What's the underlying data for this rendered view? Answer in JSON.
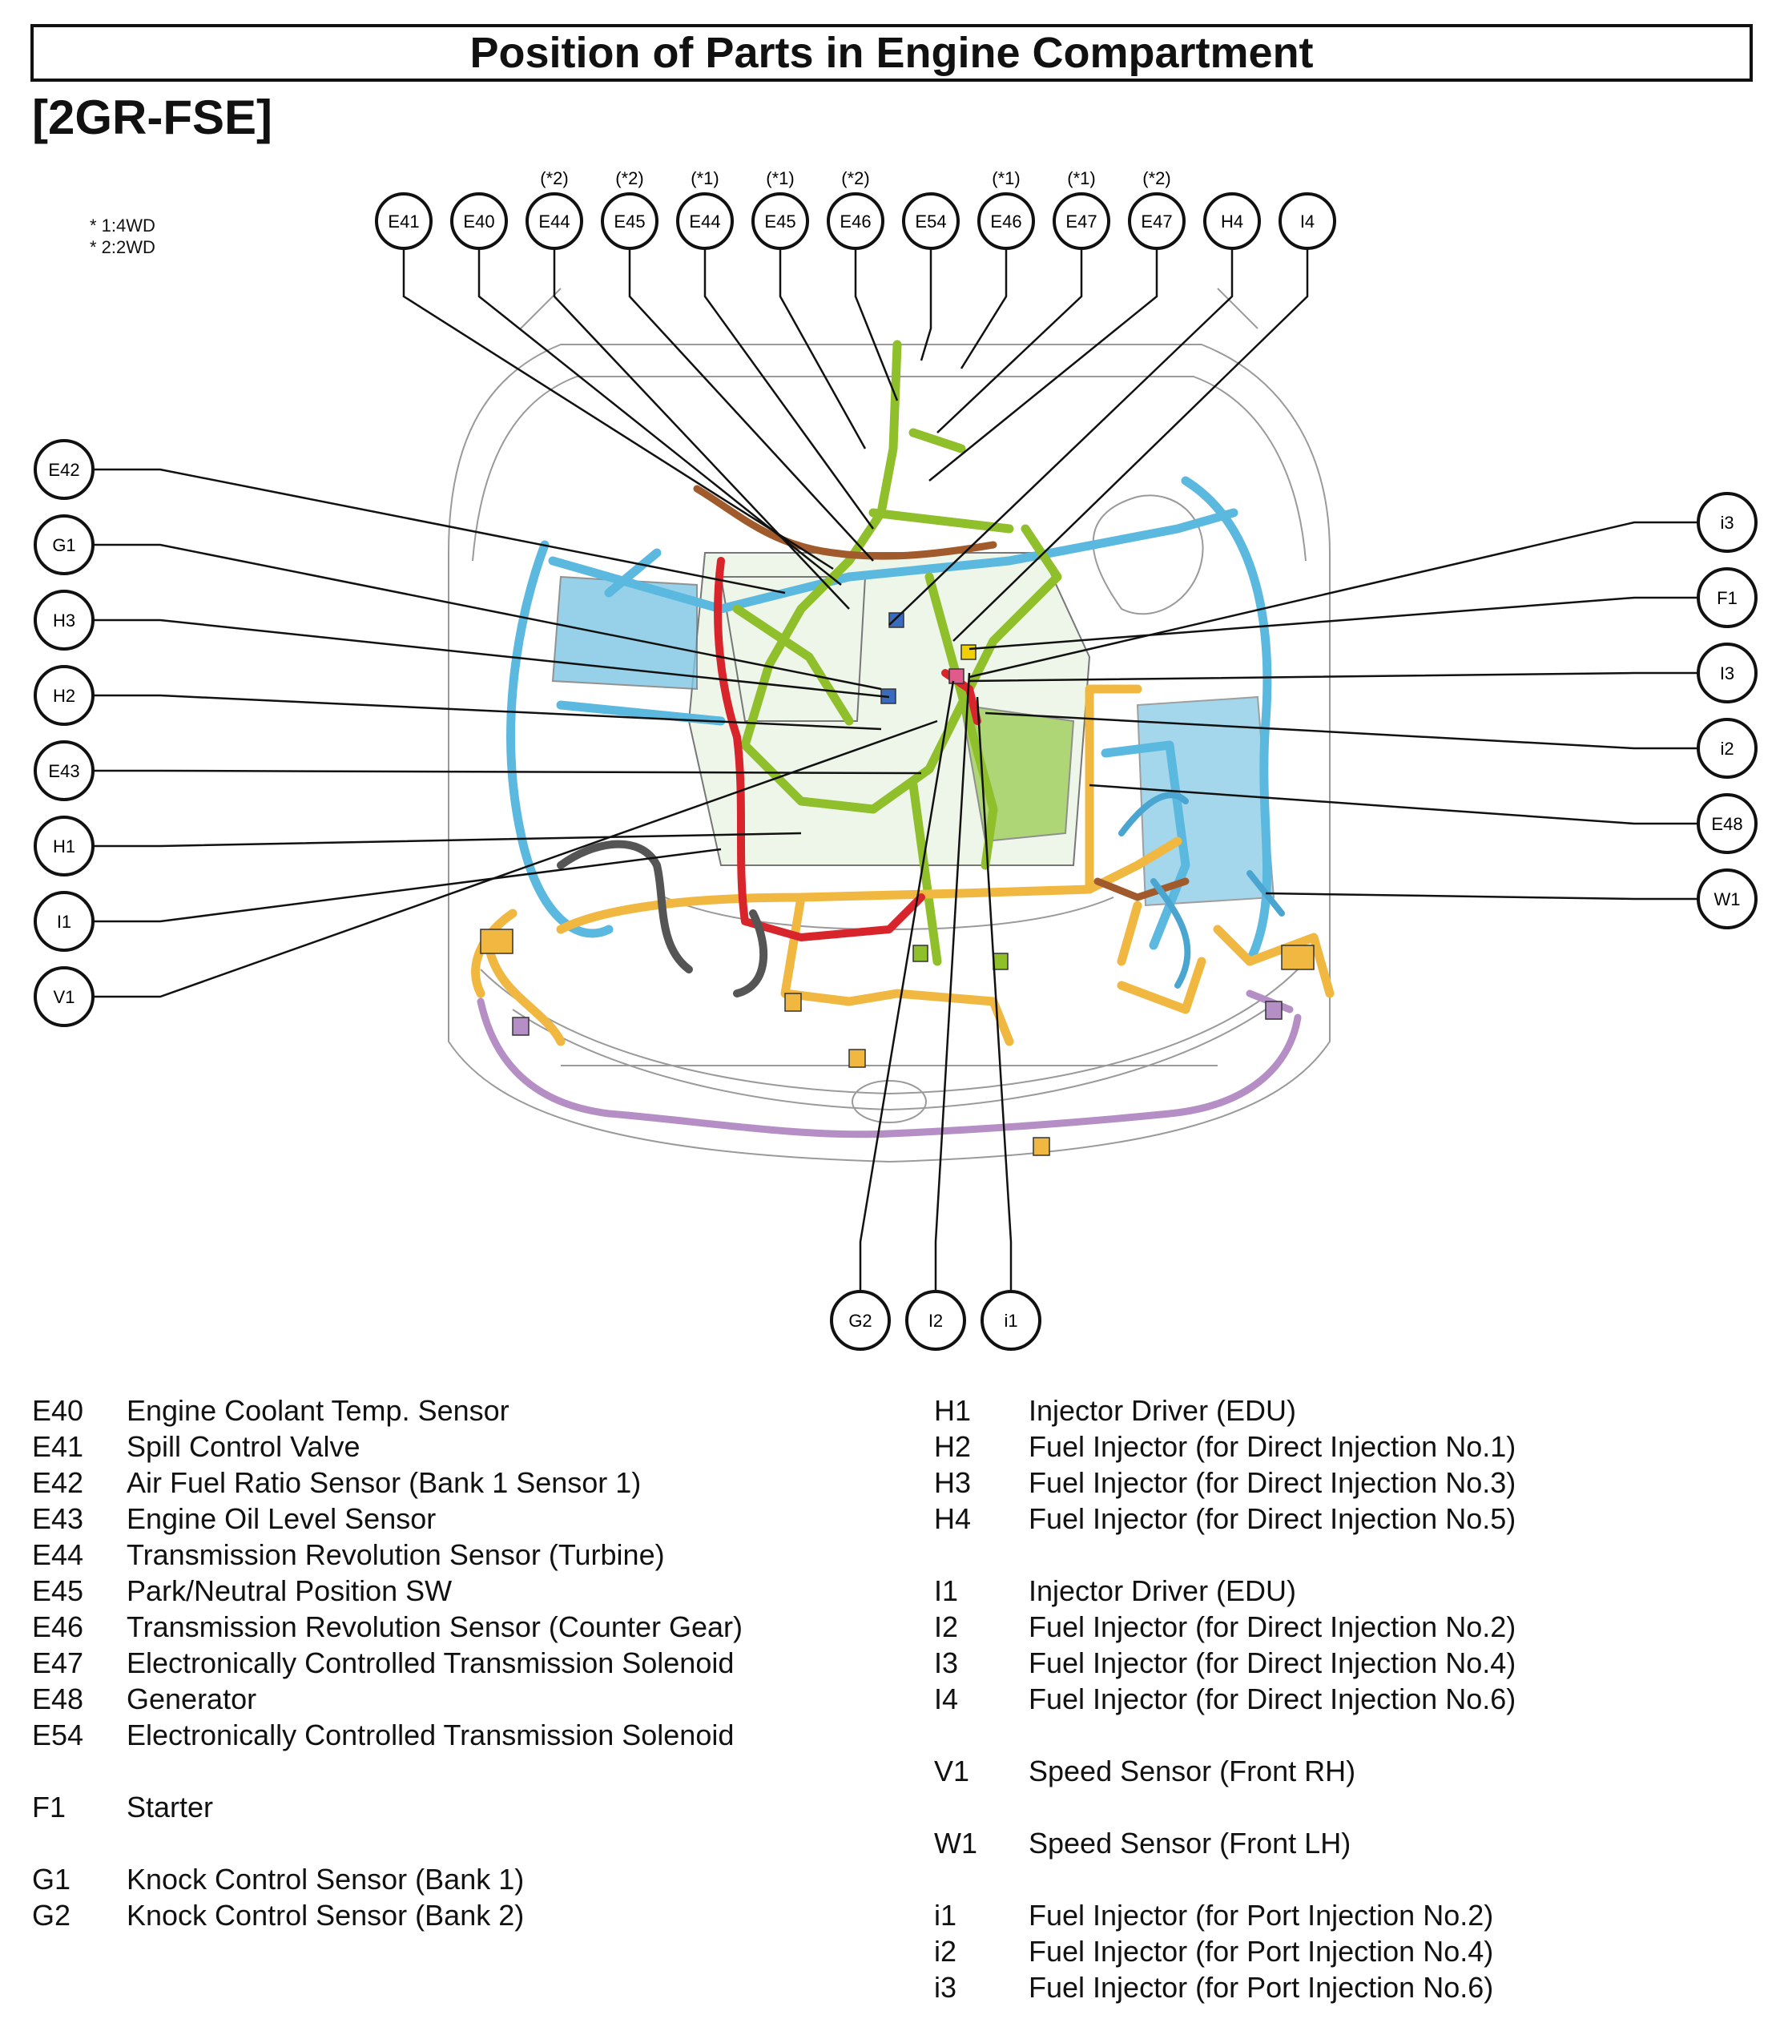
{
  "title": "Position of Parts in Engine Compartment",
  "subtitle": "[2GR-FSE]",
  "notes": [
    "* 1:4WD",
    "* 2:2WD"
  ],
  "callouts_top": [
    {
      "label": "E41",
      "note": ""
    },
    {
      "label": "E40",
      "note": ""
    },
    {
      "label": "E44",
      "note": "(*2)"
    },
    {
      "label": "E45",
      "note": "(*2)"
    },
    {
      "label": "E44",
      "note": "(*1)"
    },
    {
      "label": "E45",
      "note": "(*1)"
    },
    {
      "label": "E46",
      "note": "(*2)"
    },
    {
      "label": "E54",
      "note": ""
    },
    {
      "label": "E46",
      "note": "(*1)"
    },
    {
      "label": "E47",
      "note": "(*1)"
    },
    {
      "label": "E47",
      "note": "(*2)"
    },
    {
      "label": "H4",
      "note": ""
    },
    {
      "label": "I4",
      "note": ""
    }
  ],
  "callouts_left": [
    "E42",
    "G1",
    "H3",
    "H2",
    "E43",
    "H1",
    "I1",
    "V1"
  ],
  "callouts_right": [
    "i3",
    "F1",
    "I3",
    "i2",
    "E48",
    "W1"
  ],
  "callouts_bottom": [
    "G2",
    "I2",
    "i1"
  ],
  "legend_left": [
    {
      "code": "E40",
      "desc": "Engine Coolant Temp. Sensor"
    },
    {
      "code": "E41",
      "desc": "Spill Control Valve"
    },
    {
      "code": "E42",
      "desc": "Air Fuel Ratio Sensor (Bank 1 Sensor 1)"
    },
    {
      "code": "E43",
      "desc": "Engine Oil Level Sensor"
    },
    {
      "code": "E44",
      "desc": "Transmission Revolution Sensor (Turbine)"
    },
    {
      "code": "E45",
      "desc": "Park/Neutral Position SW"
    },
    {
      "code": "E46",
      "desc": "Transmission Revolution Sensor (Counter Gear)"
    },
    {
      "code": "E47",
      "desc": "Electronically Controlled Transmission Solenoid"
    },
    {
      "code": "E48",
      "desc": "Generator"
    },
    {
      "code": "E54",
      "desc": "Electronically Controlled Transmission Solenoid"
    },
    {
      "code": "F1",
      "desc": "Starter"
    },
    {
      "code": "G1",
      "desc": "Knock Control Sensor (Bank 1)"
    },
    {
      "code": "G2",
      "desc": "Knock Control Sensor (Bank 2)"
    }
  ],
  "legend_right": [
    {
      "code": "H1",
      "desc": "Injector Driver (EDU)"
    },
    {
      "code": "H2",
      "desc": "Fuel Injector (for Direct Injection No.1)"
    },
    {
      "code": "H3",
      "desc": "Fuel Injector (for Direct Injection No.3)"
    },
    {
      "code": "H4",
      "desc": "Fuel Injector (for Direct Injection No.5)"
    },
    {
      "code": "I1",
      "desc": "Injector Driver (EDU)"
    },
    {
      "code": "I2",
      "desc": "Fuel Injector (for Direct Injection No.2)"
    },
    {
      "code": "I3",
      "desc": "Fuel Injector (for Direct Injection No.4)"
    },
    {
      "code": "I4",
      "desc": "Fuel Injector (for Direct Injection No.6)"
    },
    {
      "code": "V1",
      "desc": "Speed Sensor (Front RH)"
    },
    {
      "code": "W1",
      "desc": "Speed Sensor (Front LH)"
    },
    {
      "code": "i1",
      "desc": "Fuel Injector (for Port Injection No.2)"
    },
    {
      "code": "i2",
      "desc": "Fuel Injector (for Port Injection No.4)"
    },
    {
      "code": "i3",
      "desc": "Fuel Injector (for Port Injection No.6)"
    }
  ],
  "colors": {
    "harness_blue": "#5bb8df",
    "harness_green": "#8fbf2a",
    "harness_orange": "#f0b840",
    "harness_red": "#d8252b",
    "harness_purple": "#b48ec4",
    "harness_brown": "#a05a2c",
    "harness_gray": "#555555",
    "outline": "#999999"
  }
}
